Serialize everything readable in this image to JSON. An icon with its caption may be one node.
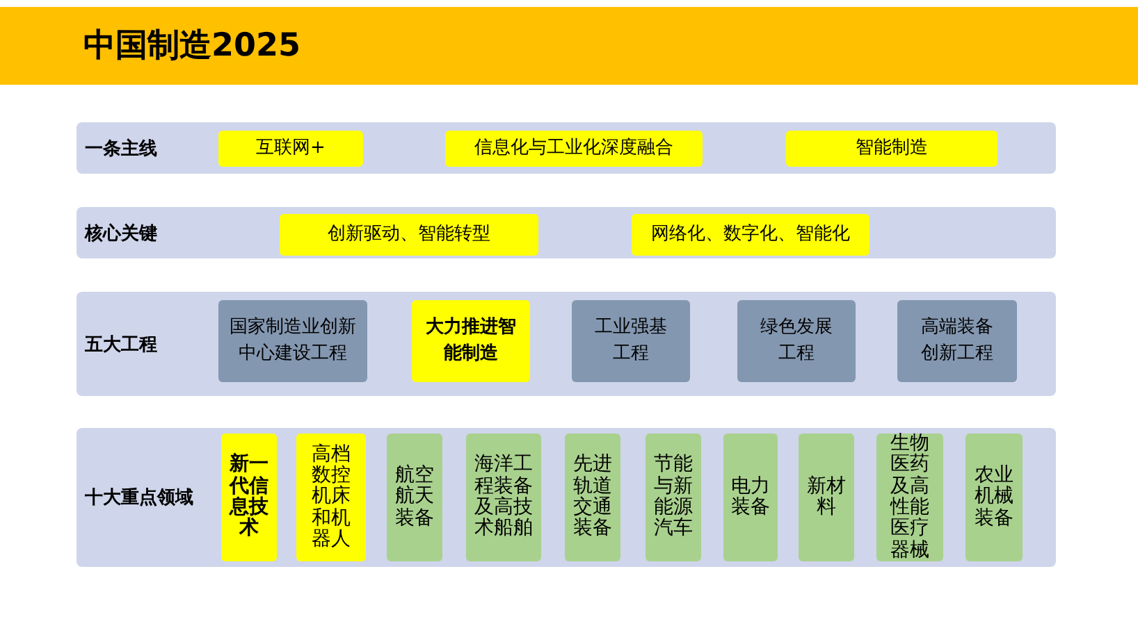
{
  "diagram": {
    "title": "中国制造2025",
    "nodes": [
      {
        "text": [
          "一条主线"
        ]
      },
      {
        "text": [
          "互联网+"
        ],
        "in": 0
      },
      {
        "text": [
          "信息化与工业化深度融合"
        ],
        "in": 0
      },
      {
        "text": [
          "智能制造"
        ],
        "in": 0
      },
      {
        "text": [
          "核心关键"
        ]
      },
      {
        "text": [
          "创新驱动、智能转型"
        ],
        "in": 4
      },
      {
        "text": [
          "网络化、数字化、智能化"
        ],
        "in": 4
      },
      {
        "text": [
          "五大工程"
        ]
      },
      {
        "text": [
          "国家制造业创新中心建设工程"
        ],
        "in": 7
      },
      {
        "text": [
          "大力推进智能制造"
        ],
        "in": 7
      },
      {
        "text": [
          "工业强基工程"
        ],
        "in": 7
      },
      {
        "text": [
          "绿色发展工程"
        ],
        "in": 7
      },
      {
        "text": [
          "高端装备创新工程"
        ],
        "in": 7
      },
      {
        "text": [
          "十大重点领域"
        ]
      },
      {
        "text": [
          "新一代信息技术"
        ],
        "in": 13
      },
      {
        "text": [
          "高档数控机床和机器人"
        ],
        "in": 13
      },
      {
        "text": [
          "航空航天装备"
        ],
        "in": 13
      },
      {
        "text": [
          "海洋工程装备及高技术船舶"
        ],
        "in": 13
      },
      {
        "text": [
          "先进轨道交通装备"
        ],
        "in": 13
      },
      {
        "text": [
          "节能与新能源汽车"
        ],
        "in": 13
      },
      {
        "text": [
          "电力装备"
        ],
        "in": 13
      },
      {
        "text": [
          "新材料"
        ],
        "in": 13
      },
      {
        "text": [
          "生物医药及高性能医疗器械"
        ],
        "in": 13
      },
      {
        "text": [
          "农业机械装备"
        ],
        "in": 13
      }
    ]
  }
}
